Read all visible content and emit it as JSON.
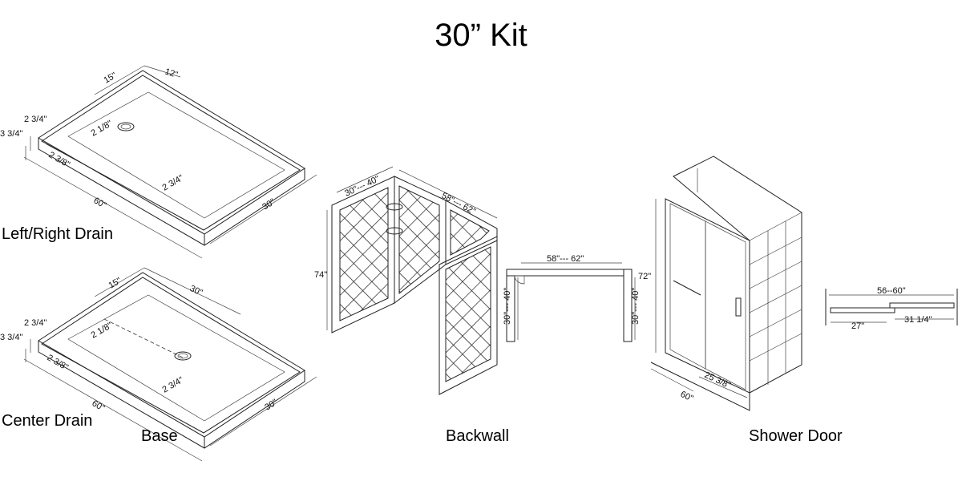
{
  "title": "30” Kit",
  "sections": {
    "base": "Base",
    "backwall": "Backwall",
    "shower_door": "Shower Door"
  },
  "base_top": {
    "label": "Left/Right Drain",
    "dims": {
      "left_offset": "15\"",
      "right_offset": "12\"",
      "height_inner": "2 3/4\"",
      "height_outer": "3 3/4\"",
      "lip_back": "2 1/8\"",
      "lip_side": "2 3/8\"",
      "lip_front": "2 3/4\"",
      "length": "60\"",
      "width": "30\""
    }
  },
  "base_bottom": {
    "label": "Center Drain",
    "dims": {
      "left_offset": "15\"",
      "center_offset": "30\"",
      "height_inner": "2 3/4\"",
      "height_outer": "3 3/4\"",
      "lip_back": "2 1/8\"",
      "lip_side": "2 3/8\"",
      "lip_front": "2 3/4\"",
      "length": "60\"",
      "width": "30\""
    }
  },
  "backwall": {
    "depth": "30\"--- 40\"",
    "width": "58\"--- 62\"",
    "height": "74\"",
    "plan_width": "58\"--- 62\"",
    "plan_left": "30\"--- 40\"",
    "plan_right": "30\"--- 40\""
  },
  "door": {
    "height": "72\"",
    "width": "60\"",
    "panel": "25 3/8\"",
    "plan_range": "56--60\"",
    "plan_fixed": "27\"",
    "plan_slide": "31 1/4\""
  }
}
